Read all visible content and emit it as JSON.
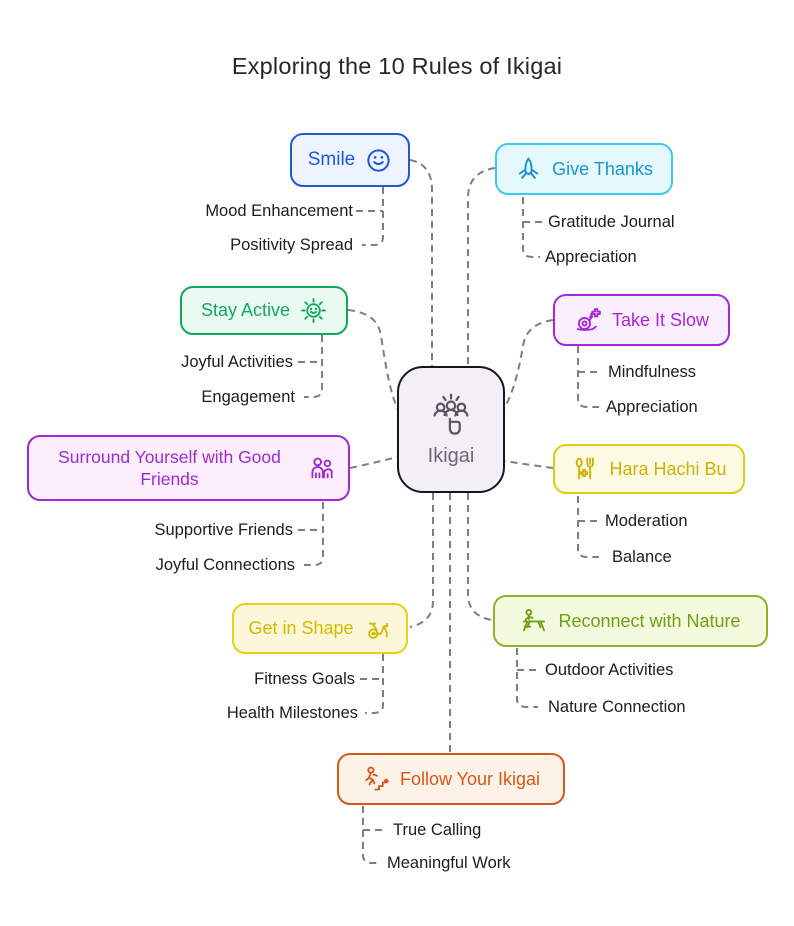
{
  "title": "Exploring the 10 Rules of Ikigai",
  "connector_color": "#7e7e7e",
  "center": {
    "label": "Ikigai",
    "icon": "people-group-click-icon",
    "colors": {
      "border": "#17161c",
      "bg": "#f3eff6",
      "text": "#6d6876"
    }
  },
  "branches": [
    {
      "id": "smile",
      "label": "Smile",
      "icon": "smiley-icon",
      "colors": {
        "border": "#2257d6",
        "bg": "#edf4ff",
        "text": "#2257d6"
      },
      "children": [
        "Mood Enhancement",
        "Positivity Spread"
      ]
    },
    {
      "id": "give-thanks",
      "label": "Give Thanks",
      "icon": "praying-hands-icon",
      "colors": {
        "border": "#3fc6f1",
        "bg": "#e5f8fe",
        "text": "#1894cf"
      },
      "children": [
        "Gratitude Journal",
        "Appreciation"
      ]
    },
    {
      "id": "stay-active",
      "label": "Stay Active",
      "icon": "sun-face-icon",
      "colors": {
        "border": "#13a860",
        "bg": "#e9faf1",
        "text": "#13a860"
      },
      "children": [
        "Joyful Activities",
        "Engagement"
      ]
    },
    {
      "id": "take-it-slow",
      "label": "Take It Slow",
      "icon": "snail-sparkle-icon",
      "colors": {
        "border": "#a826d6",
        "bg": "#faf0fd",
        "text": "#a826d6"
      },
      "children": [
        "Mindfulness",
        "Appreciation"
      ]
    },
    {
      "id": "surround",
      "label": "Surround Yourself with Good Friends",
      "icon": "friends-group-icon",
      "colors": {
        "border": "#9c2bd1",
        "bg": "#fceffb",
        "text": "#9c2bd1"
      },
      "children": [
        "Supportive Friends",
        "Joyful Connections"
      ]
    },
    {
      "id": "hara-hachi-bu",
      "label": "Hara Hachi Bu",
      "icon": "cutlery-plus-icon",
      "colors": {
        "border": "#e3cb12",
        "bg": "#fdfae4",
        "text": "#cfb004"
      },
      "children": [
        "Moderation",
        "Balance"
      ]
    },
    {
      "id": "get-in-shape",
      "label": "Get in Shape",
      "icon": "exercise-bike-icon",
      "colors": {
        "border": "#e6d117",
        "bg": "#fbf7d8",
        "text": "#d3ba00"
      },
      "children": [
        "Fitness Goals",
        "Health Milestones"
      ]
    },
    {
      "id": "reconnect",
      "label": "Reconnect with Nature",
      "icon": "picnic-bench-icon",
      "colors": {
        "border": "#8cb32c",
        "bg": "#f4fade",
        "text": "#6f9f13"
      },
      "children": [
        "Outdoor Activities",
        "Nature Connection"
      ]
    },
    {
      "id": "follow",
      "label": "Follow Your Ikigai",
      "icon": "stairs-person-icon",
      "colors": {
        "border": "#d2591d",
        "bg": "#fdf2e6",
        "text": "#d2591d"
      },
      "children": [
        "True Calling",
        "Meaningful Work"
      ]
    }
  ]
}
